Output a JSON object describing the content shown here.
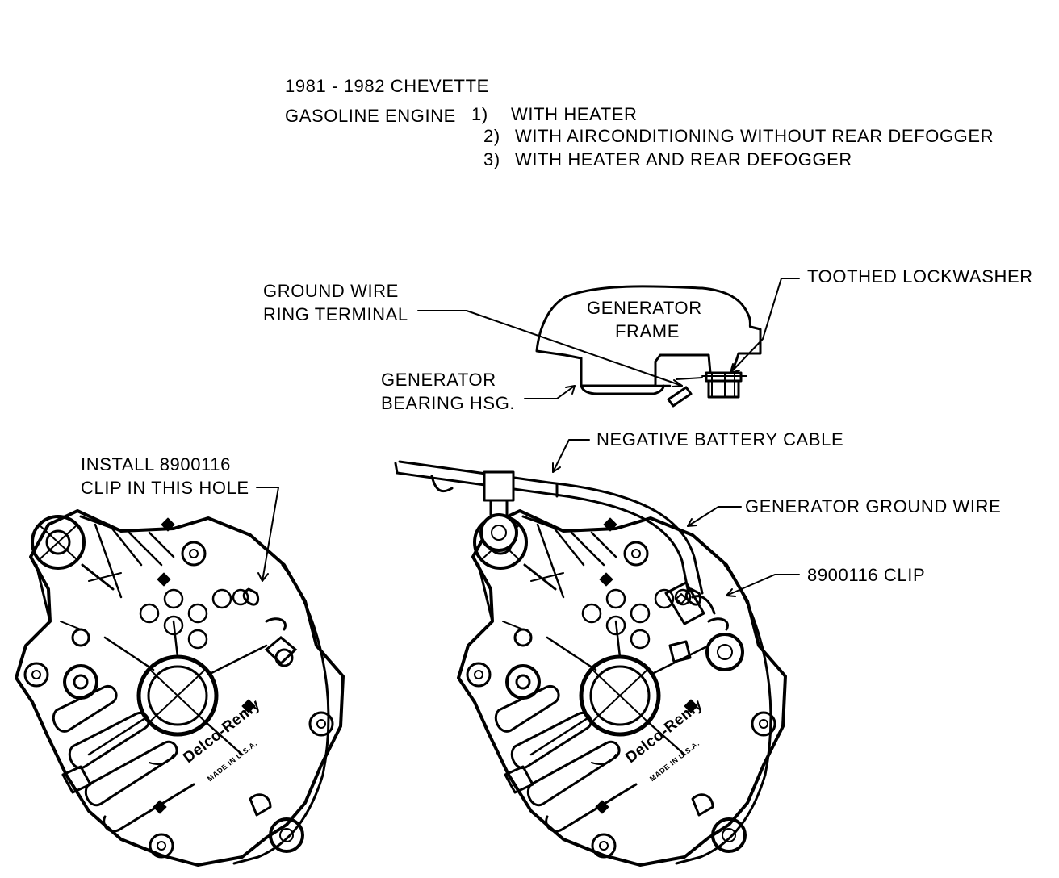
{
  "header": {
    "title": "1981 - 1982  CHEVETTE",
    "engine_label": "GASOLINE ENGINE",
    "options": [
      {
        "num": "1)",
        "text": "WITH HEATER"
      },
      {
        "num": "2)",
        "text": "WITH AIRCONDITIONING WITHOUT REAR DEFOGGER"
      },
      {
        "num": "3)",
        "text": "WITH HEATER AND REAR DEFOGGER"
      }
    ]
  },
  "detail": {
    "ground_wire_ring_terminal": [
      "GROUND WIRE",
      "RING TERMINAL"
    ],
    "generator_frame": [
      "GENERATOR",
      "FRAME"
    ],
    "toothed_lockwasher": "TOOTHED LOCKWASHER",
    "generator_bearing_hsg": [
      "GENERATOR",
      "BEARING HSG."
    ]
  },
  "left_unit": {
    "install_clip": [
      "INSTALL 8900116",
      "CLIP IN THIS HOLE"
    ],
    "brand": "Delco-Remy",
    "made_in": "MADE IN U.S.A."
  },
  "right_unit": {
    "negative_battery_cable": "NEGATIVE BATTERY CABLE",
    "generator_ground_wire": "GENERATOR GROUND WIRE",
    "clip": "8900116 CLIP",
    "brand": "Delco-Remy",
    "made_in": "MADE IN U.S.A."
  },
  "colors": {
    "ink": "#000000",
    "paper": "#ffffff"
  }
}
